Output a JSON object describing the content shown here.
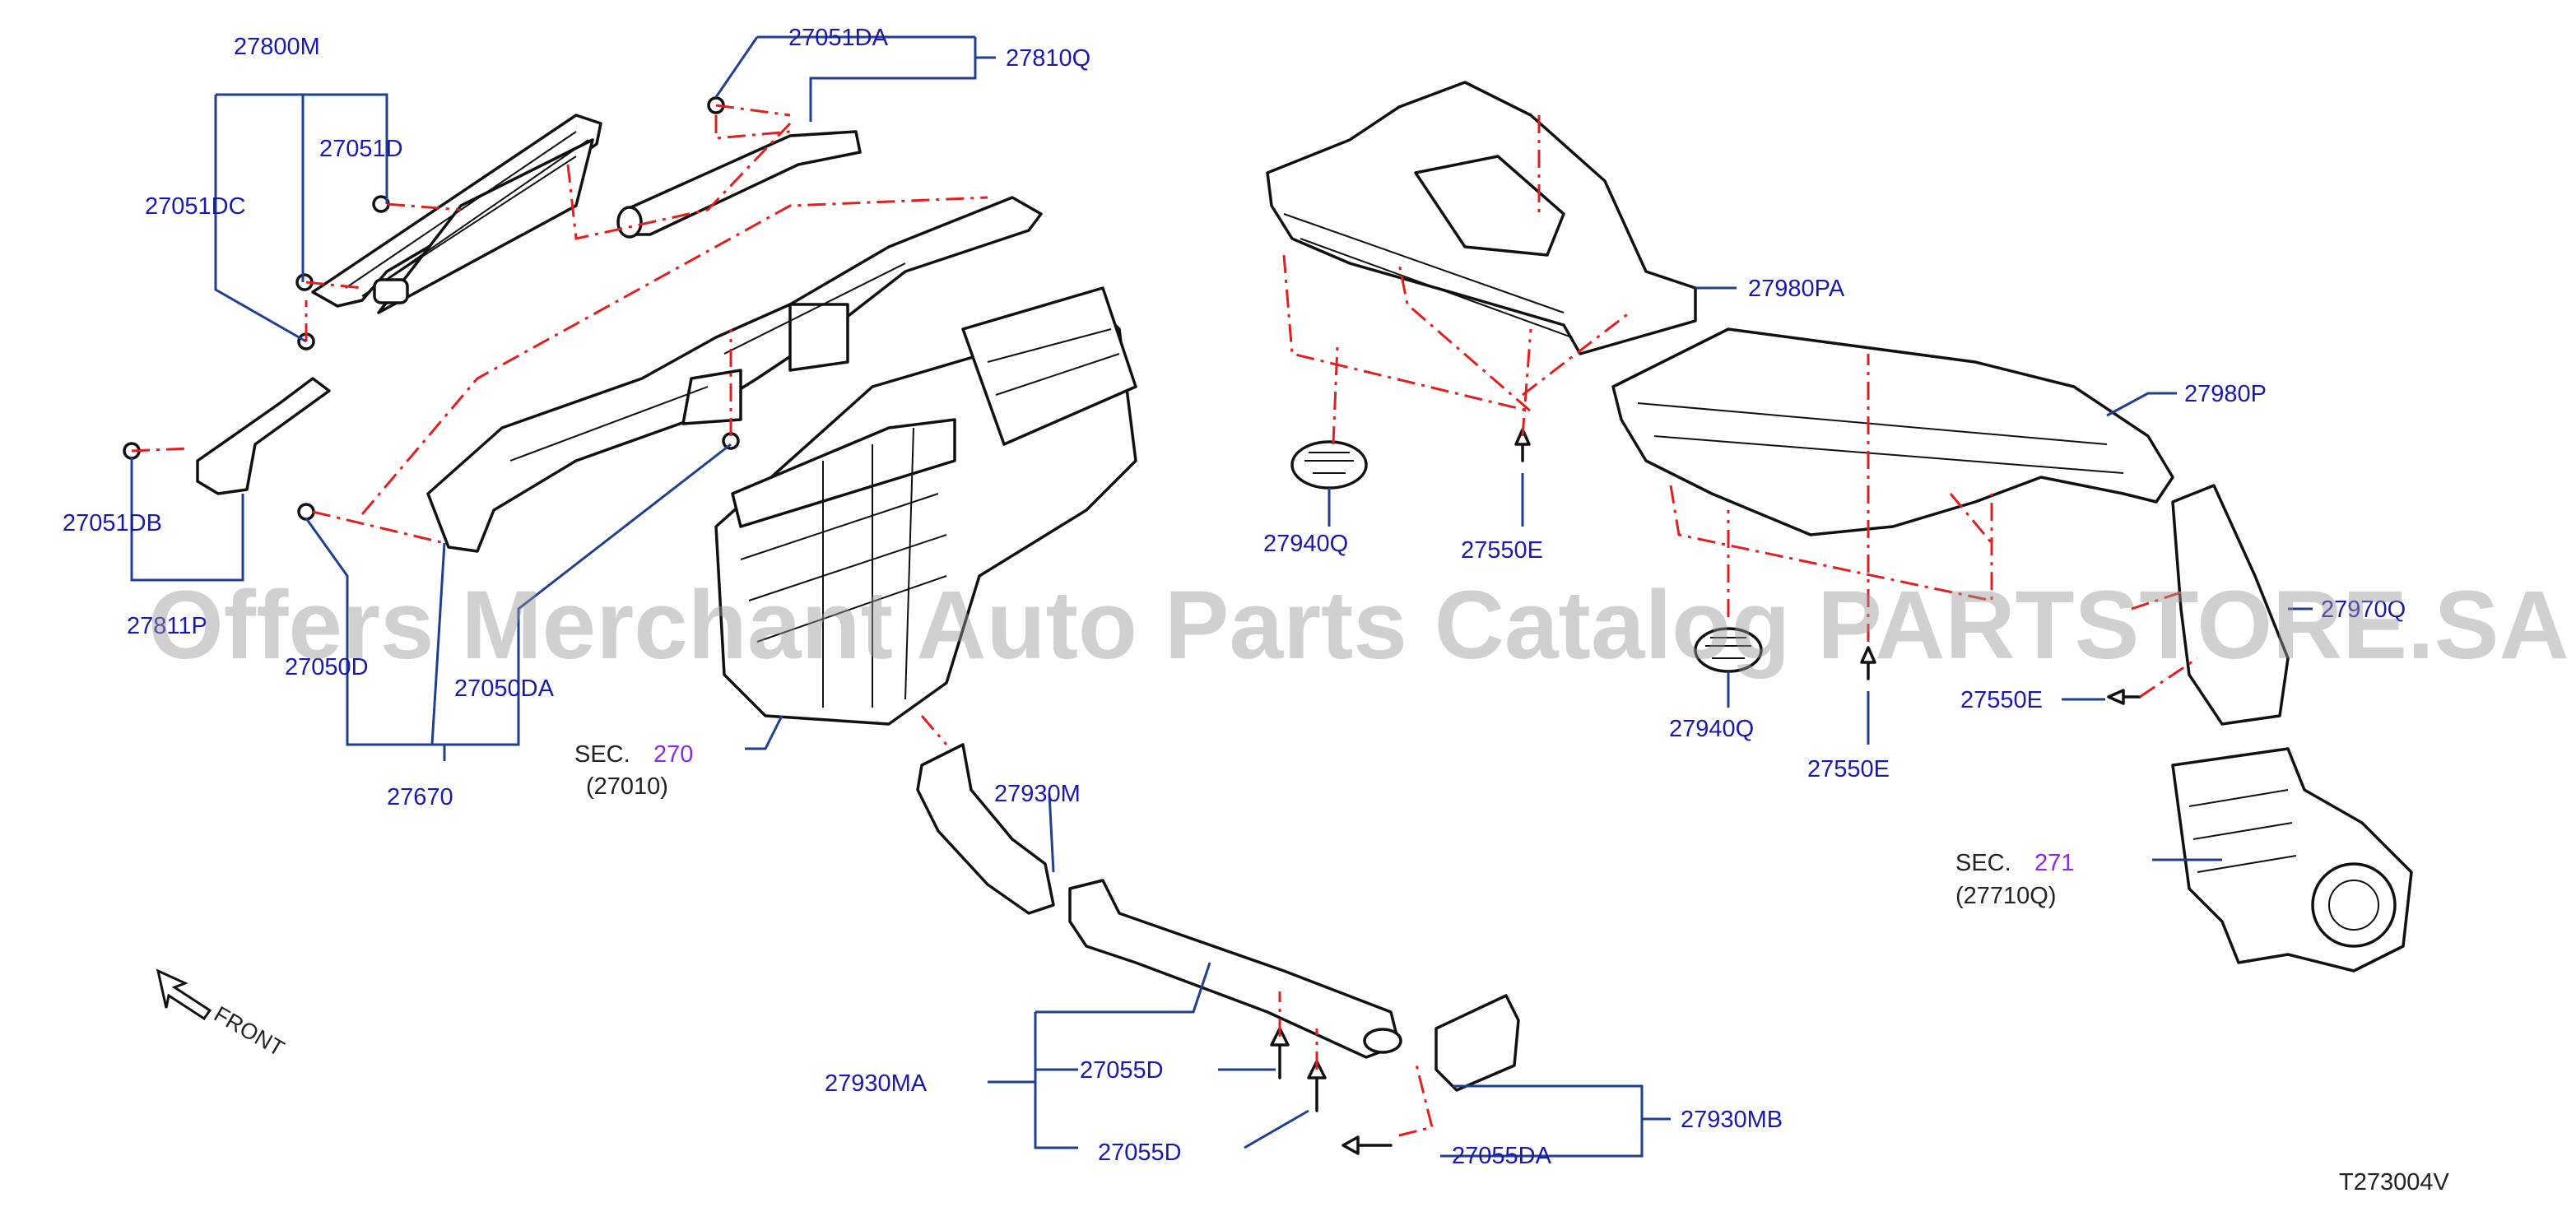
{
  "labels": {
    "l27800M": "27800M",
    "l27051D": "27051D",
    "l27051DC": "27051DC",
    "l27051DA": "27051DA",
    "l27810Q": "27810Q",
    "l27051DB": "27051DB",
    "l27811P": "27811P",
    "l27050D": "27050D",
    "l27050DA": "27050DA",
    "l27670": "27670",
    "l27980PA": "27980PA",
    "l27980P": "27980P",
    "l27940Q_a": "27940Q",
    "l27550E_a": "27550E",
    "l27940Q_b": "27940Q",
    "l27550E_b": "27550E",
    "l27550E_c": "27550E",
    "l27970": "27970Q",
    "l27930M": "27930M",
    "l27930MA": "27930MA",
    "l27055D_a": "27055D",
    "l27055D_b": "27055D",
    "l27930MB": "27930MB",
    "l27055DA": "27055DA"
  },
  "sections": {
    "sec270_prefix": "SEC.",
    "sec270_num": "270",
    "sec270_sub": "(27010)",
    "sec271_prefix": "SEC.",
    "sec271_num": "271",
    "sec271_sub": "(27710Q)"
  },
  "front_label": "FRONT",
  "diagram_code": "T273004V",
  "watermark": "Offers Merchant Auto Parts Catalog PARTSTORE.SA",
  "colors": {
    "part_number": "#1a1aa8",
    "section_number": "#8a2be2",
    "leader_line": "#1f3f8f",
    "dash_line": "#e02020"
  }
}
